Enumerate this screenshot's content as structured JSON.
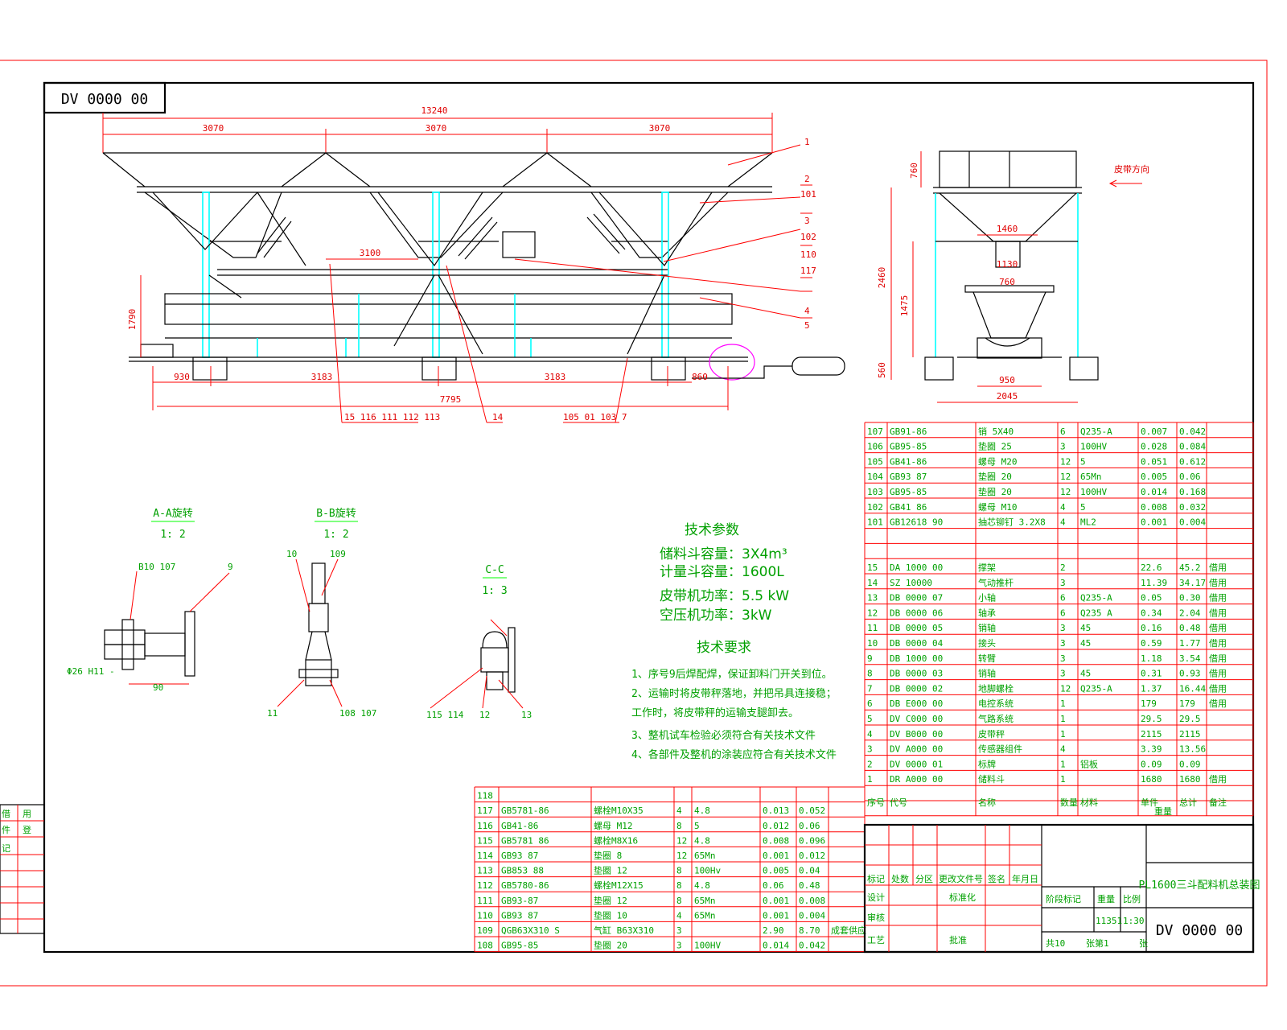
{
  "drawing_number": "DV 0000 00",
  "drawing_number_mirrored": "DV 0000 00",
  "title": "PL1600三斗配料机总装图",
  "dims": {
    "overall": "13240",
    "seg1": "3070",
    "seg2": "3070",
    "seg3": "3070",
    "height": "1790",
    "bot1": "930",
    "bot2": "3183",
    "bot3": "3183",
    "bot_total": "7795",
    "right1": "860",
    "inner1": "3100",
    "side_h": "2460",
    "side_top": "760",
    "side_mid": "1475",
    "side_bot": "560",
    "side_w": "2045",
    "side_in1": "1460",
    "side_in2": "1130",
    "side_in3": "950",
    "side_in4": "760"
  },
  "callouts": [
    "1",
    "2",
    "101",
    "3",
    "102",
    "110",
    "117",
    "4",
    "5",
    "14"
  ],
  "callout_groups": [
    "15 116 111 112 113",
    "105 01 103 7"
  ],
  "side_label": "皮带方向",
  "section_aa": {
    "title": "A-A旋转",
    "scale": "1: 2",
    "labels": [
      "B10 107",
      "9",
      "Φ26 H11 -",
      "90"
    ]
  },
  "section_bb": {
    "title": "B-B旋转",
    "scale": "1: 2",
    "labels": [
      "10",
      "109",
      "11",
      "108 107"
    ]
  },
  "section_cc": {
    "title": "C-C",
    "scale": "1: 3",
    "labels": [
      "115 114",
      "12",
      "13"
    ]
  },
  "tech_params": {
    "heading": "技术参数",
    "lines": [
      "储料斗容量：3X4m³",
      "计量斗容量：1600L",
      "皮带机功率：5.5 kW",
      "空压机功率：3kW"
    ]
  },
  "tech_req": {
    "heading": "技术要求",
    "lines": [
      "1、序号9后焊配焊，保证卸料门开关到位。",
      "2、运输时将皮带秤落地，并把吊具连接稳；",
      "   工作时，将皮带秤的运输支腿卸去。",
      "3、整机试车检验必须符合有关技术文件",
      "4、各部件及整机的涂装应符合有关技术文件"
    ]
  },
  "bom_right": [
    [
      "107",
      "GB91-86",
      "销 5X40",
      "6",
      "Q235-A",
      "0.007",
      "0.042",
      ""
    ],
    [
      "106",
      "GB95-85",
      "垫圈 25",
      "3",
      "100HV",
      "0.028",
      "0.084",
      ""
    ],
    [
      "105",
      "GB41-86",
      "螺母 M20",
      "12",
      "5",
      "0.051",
      "0.612",
      ""
    ],
    [
      "104",
      "GB93 87",
      "垫圈 20",
      "12",
      "65Mn",
      "0.005",
      "0.06",
      ""
    ],
    [
      "103",
      "GB95-85",
      "垫圈 20",
      "12",
      "100HV",
      "0.014",
      "0.168",
      ""
    ],
    [
      "102",
      "GB41 86",
      "螺母 M10",
      "4",
      "5",
      "0.008",
      "0.032",
      ""
    ],
    [
      "101",
      "GB12618 90",
      "抽芯铆钉 3.2X8",
      "4",
      "ML2",
      "0.001",
      "0.004",
      ""
    ],
    [
      "",
      "",
      "",
      "",
      "",
      "",
      "",
      ""
    ],
    [
      "",
      "",
      "",
      "",
      "",
      "",
      "",
      ""
    ],
    [
      "15",
      "DA 1000 00",
      "撑架",
      "2",
      "",
      "22.6",
      "45.2",
      "借用"
    ],
    [
      "14",
      "SZ 10000",
      "气动推杆",
      "3",
      "",
      "11.39",
      "34.17",
      "借用"
    ],
    [
      "13",
      "DB 0000 07",
      "小轴",
      "6",
      "Q235-A",
      "0.05",
      "0.30",
      "借用"
    ],
    [
      "12",
      "DB 0000 06",
      "轴承",
      "6",
      "Q235 A",
      "0.34",
      "2.04",
      "借用"
    ],
    [
      "11",
      "DB 0000 05",
      "销轴",
      "3",
      "45",
      "0.16",
      "0.48",
      "借用"
    ],
    [
      "10",
      "DB 0000 04",
      "接头",
      "3",
      "45",
      "0.59",
      "1.77",
      "借用"
    ],
    [
      "9",
      "DB 1000 00",
      "转臂",
      "3",
      "",
      "1.18",
      "3.54",
      "借用"
    ],
    [
      "8",
      "DB 0000 03",
      "销轴",
      "3",
      "45",
      "0.31",
      "0.93",
      "借用"
    ],
    [
      "7",
      "DB 0000 02",
      "地脚螺栓",
      "12",
      "Q235-A",
      "1.37",
      "16.44",
      "借用"
    ],
    [
      "6",
      "DB E000 00",
      "电控系统",
      "1",
      "",
      "179",
      "179",
      "借用"
    ],
    [
      "5",
      "DV C000 00",
      "气路系统",
      "1",
      "",
      "29.5",
      "29.5",
      ""
    ],
    [
      "4",
      "DV B000 00",
      "皮带秤",
      "1",
      "",
      "2115",
      "2115",
      ""
    ],
    [
      "3",
      "DV A000 00",
      "传感器组件",
      "4",
      "",
      "3.39",
      "13.56",
      ""
    ],
    [
      "2",
      "DV 0000 01",
      "标牌",
      "1",
      "铝板",
      "0.09",
      "0.09",
      ""
    ],
    [
      "1",
      "DR A000 00",
      "储料斗",
      "1",
      "",
      "1680",
      "1680",
      "借用"
    ]
  ],
  "bom_header": [
    "序号",
    "代号",
    "名称",
    "数量",
    "材料",
    "单件",
    "总计",
    "备注"
  ],
  "bom_header_weight": "重量",
  "bom_bottom": [
    [
      "118",
      "",
      "",
      "",
      "",
      "",
      "",
      ""
    ],
    [
      "117",
      "GB5781-86",
      "螺栓M10X35",
      "4",
      "4.8",
      "0.013",
      "0.052",
      ""
    ],
    [
      "116",
      "GB41-86",
      "螺母 M12",
      "8",
      "5",
      "0.012",
      "0.06",
      ""
    ],
    [
      "115",
      "GB5781 86",
      "螺栓M8X16",
      "12",
      "4.8",
      "0.008",
      "0.096",
      ""
    ],
    [
      "114",
      "GB93 87",
      "垫圈 8",
      "12",
      "65Mn",
      "0.001",
      "0.012",
      ""
    ],
    [
      "113",
      "GB853 88",
      "垫圈 12",
      "8",
      "100Hv",
      "0.005",
      "0.04",
      ""
    ],
    [
      "112",
      "GB5780-86",
      "螺栓M12X15",
      "8",
      "4.8",
      "0.06",
      "0.48",
      ""
    ],
    [
      "111",
      "GB93-87",
      "垫圈 12",
      "8",
      "65Mn",
      "0.001",
      "0.008",
      ""
    ],
    [
      "110",
      "GB93 87",
      "垫圈 10",
      "4",
      "65Mn",
      "0.001",
      "0.004",
      ""
    ],
    [
      "109",
      "QGB63X310 S",
      "气缸 B63X310",
      "3",
      "",
      "2.90",
      "8.70",
      "成套供应"
    ],
    [
      "108",
      "GB95-85",
      "垫圈 20",
      "3",
      "100HV",
      "0.014",
      "0.042",
      ""
    ]
  ],
  "title_block": {
    "stage_mark": "阶段标记",
    "weight": "重量",
    "scale": "比例",
    "weight_val": "11351",
    "scale_val": "1:30",
    "sheets": "共10",
    "sheet": "张第1",
    "sheet_end": "张",
    "revision_labels": [
      "标记",
      "处数",
      "分区",
      "更改文件号",
      "签名",
      "年月日"
    ],
    "role_labels": [
      "设计",
      "审核",
      "工艺"
    ],
    "std_label": "标准化",
    "approve_label": "批准"
  },
  "left_strip": [
    "借",
    "用",
    "件",
    "登",
    "记"
  ]
}
